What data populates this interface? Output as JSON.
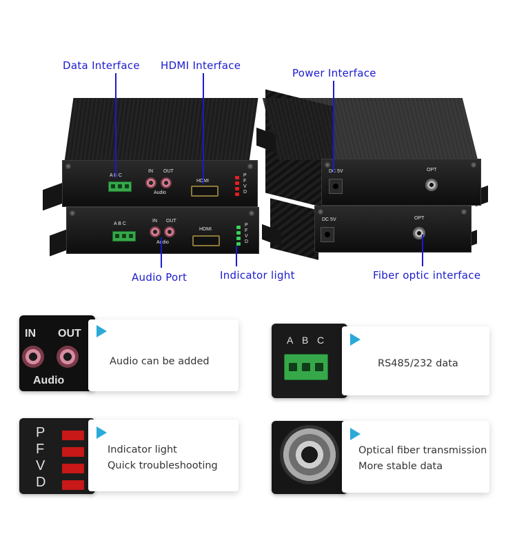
{
  "callouts": {
    "data_interface": "Data Interface",
    "hdmi_interface": "HDMI Interface",
    "power_interface": "Power Interface",
    "audio_port": "Audio Port",
    "indicator_light": "Indicator light",
    "fiber_optic_interface": "Fiber optic interface"
  },
  "device_labels": {
    "terminal_letters": "A  B  C",
    "in": "IN",
    "out": "OUT",
    "audio": "Audio",
    "hdmi": "HDMI",
    "led_letters": [
      "P",
      "F",
      "V",
      "D"
    ],
    "dc": "DC 5V",
    "opt": "OPT"
  },
  "features": [
    {
      "id": "audio",
      "image_labels": {
        "in": "IN",
        "out": "OUT",
        "audio": "Audio"
      },
      "lines": [
        "Audio can be added"
      ]
    },
    {
      "id": "data",
      "image_labels": {
        "a": "A",
        "b": "B",
        "c": "C"
      },
      "lines": [
        "RS485/232 data"
      ]
    },
    {
      "id": "indicator",
      "image_labels": [
        "P",
        "F",
        "V",
        "D"
      ],
      "lines": [
        "Indicator light",
        "Quick troubleshooting"
      ]
    },
    {
      "id": "optical",
      "lines": [
        "Optical fiber transmission",
        "More stable data"
      ]
    }
  ],
  "colors": {
    "callout": "#1a1acf",
    "accent_triangle": "#2aaad8",
    "terminal_green": "#37a84a",
    "led_red": "#e02020",
    "led_green": "#3bd05a"
  }
}
